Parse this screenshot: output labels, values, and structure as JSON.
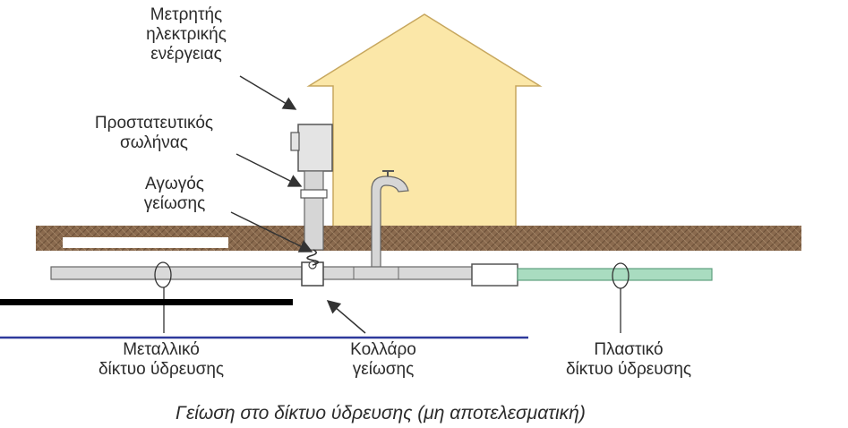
{
  "labels": {
    "meter": [
      "Μετρητής",
      "ηλεκτρικής",
      "ενέργειας"
    ],
    "protective_pipe": [
      "Προστατευτικός",
      "σωλήνας"
    ],
    "ground_conductor": [
      "Αγωγός",
      "γείωσης"
    ],
    "metal_network": [
      "Μεταλλικό",
      "δίκτυο ύδρευσης"
    ],
    "ground_collar": [
      "Κολλάρο",
      "γείωσης"
    ],
    "plastic_network": [
      "Πλαστικό",
      "δίκτυο ύδρευσης"
    ]
  },
  "caption": "Γείωση στο δίκτυο ύδρευσης (μη αποτελεσματική)",
  "colors": {
    "house": "#fbe7a8",
    "soil": "#8a6a4e",
    "pipe": "#d9d9d9",
    "plastic_pipe": "#a9dcc0",
    "black_bar": "#000000",
    "blue_line": "#2e3a9c"
  }
}
